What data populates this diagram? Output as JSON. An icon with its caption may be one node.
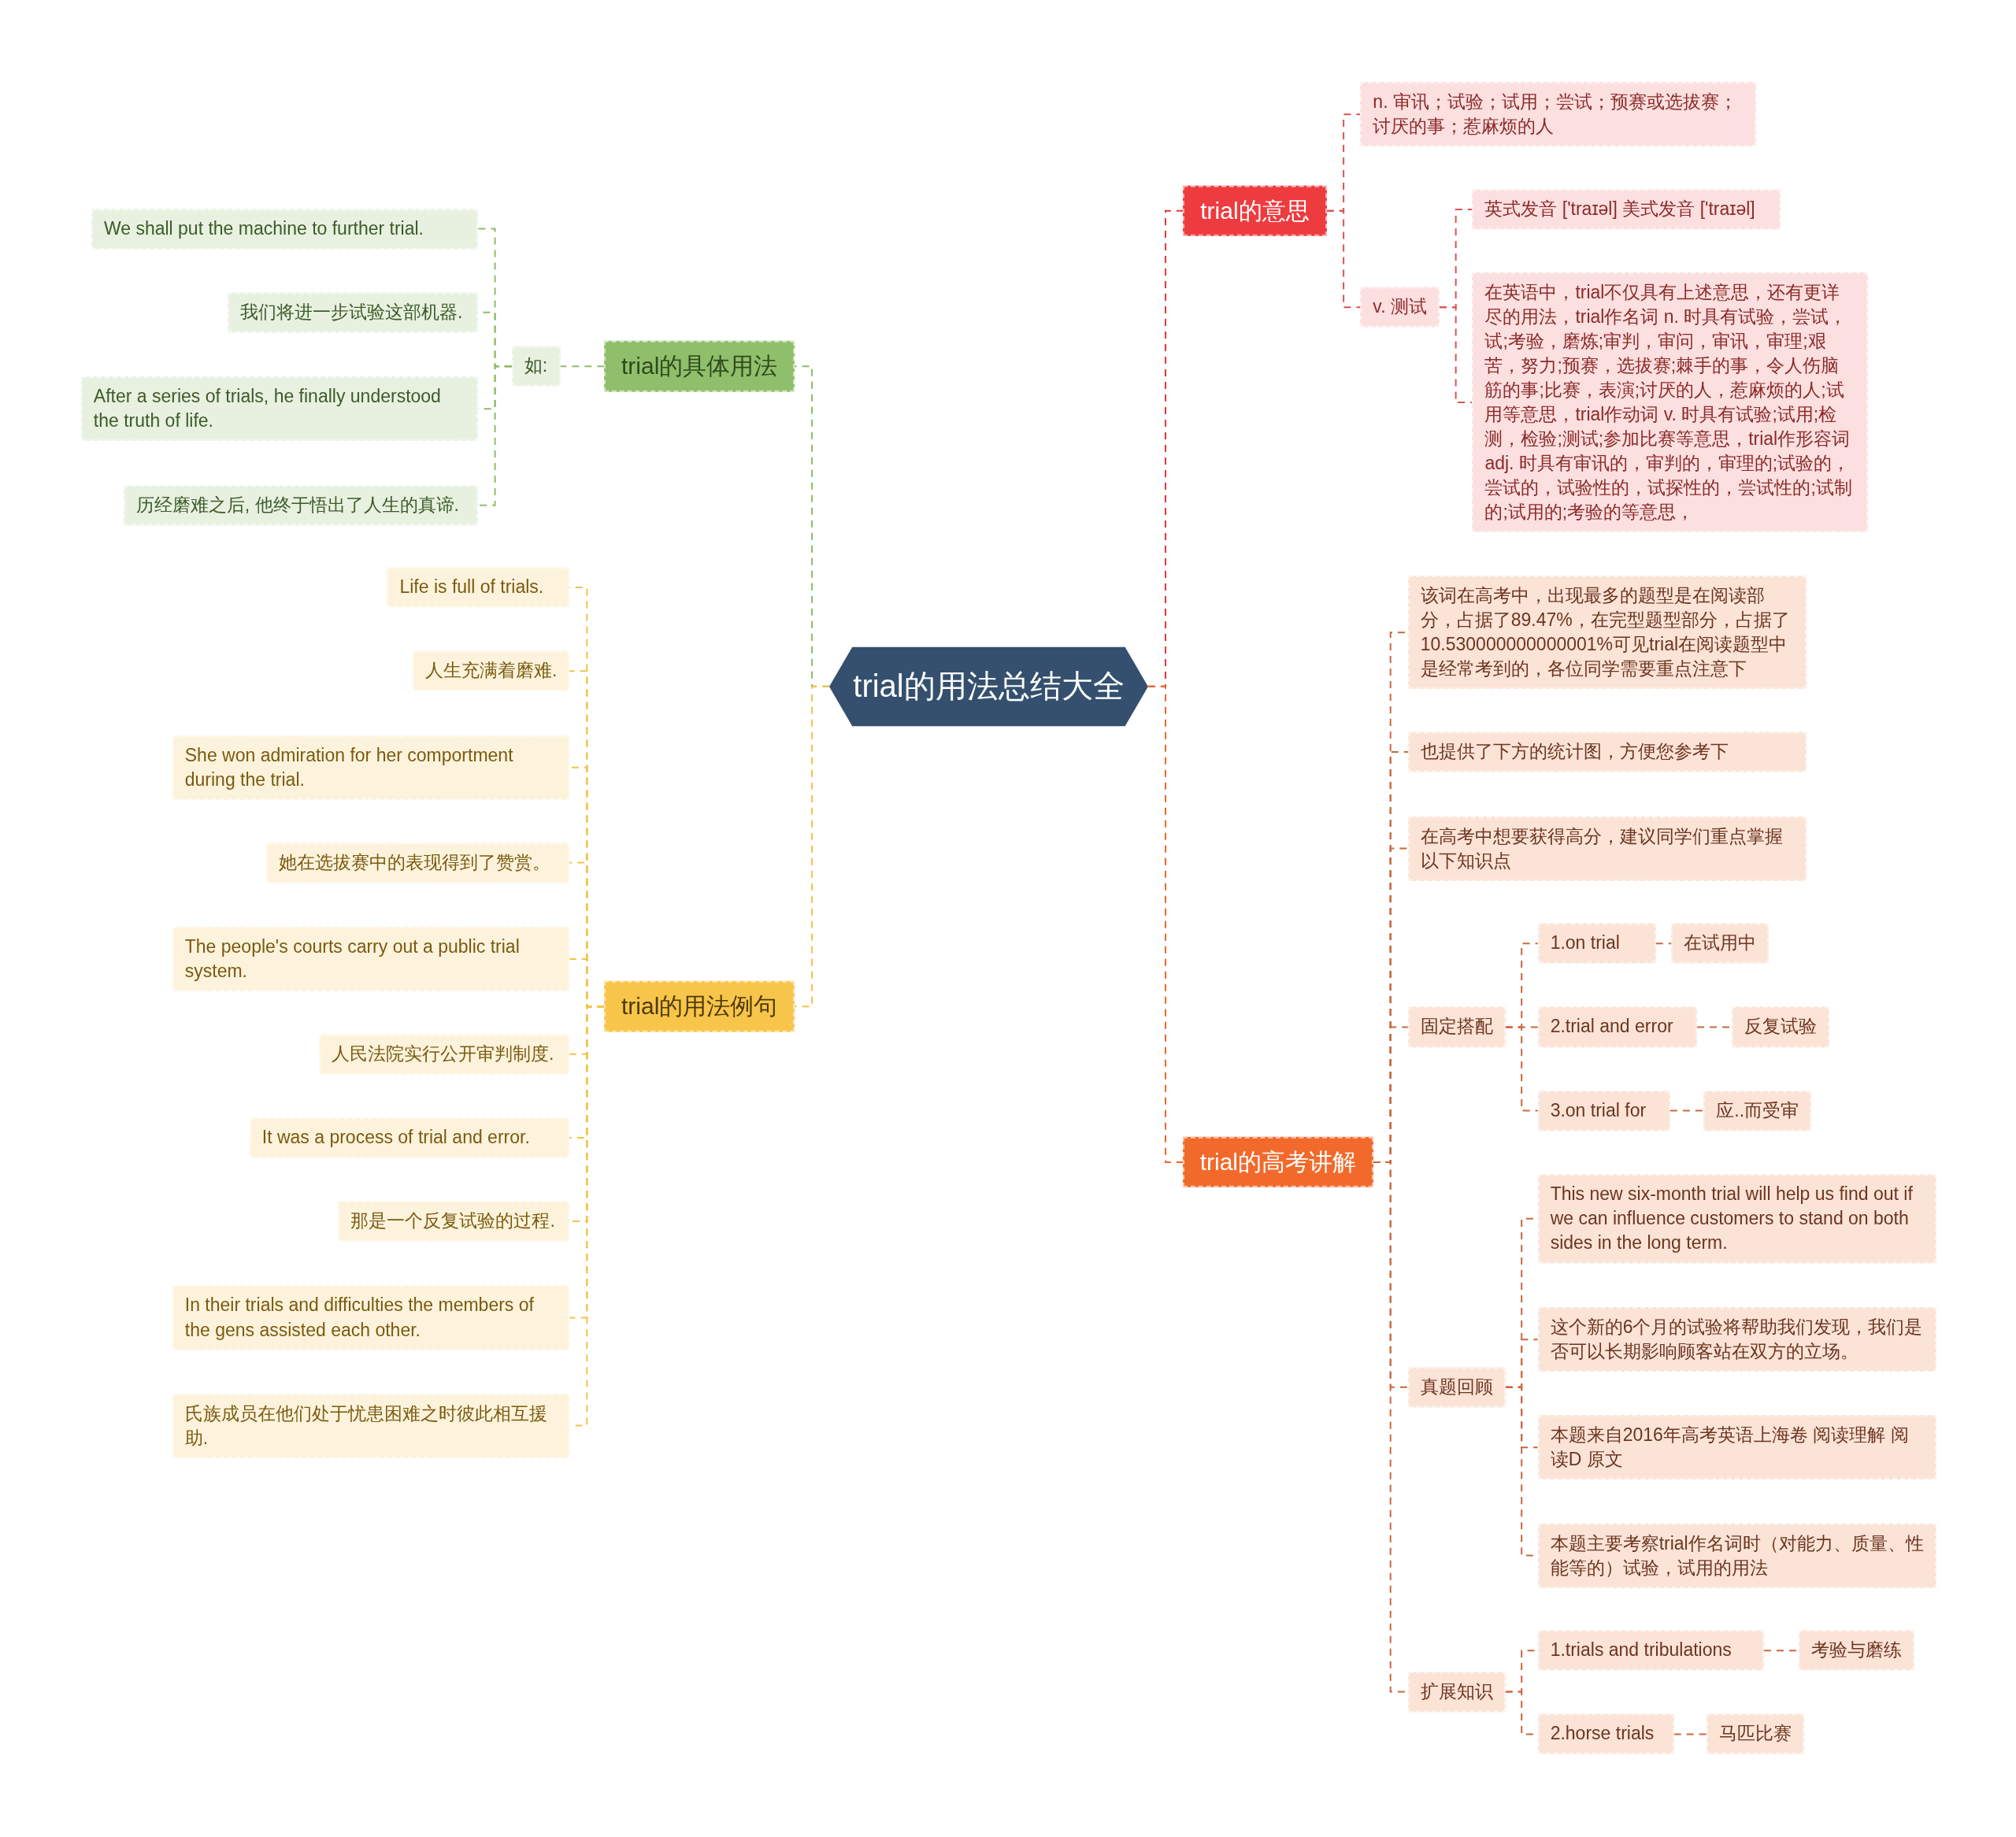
{
  "diagram": {
    "nodes": [
      {
        "text": [
          "trial的用法总结大全"
        ]
      },
      {
        "text": [
          "trial的具体用法"
        ]
      },
      {
        "text": [
          "如:"
        ]
      },
      {
        "text": [
          "We shall put the machine to further trial."
        ]
      },
      {
        "text": [
          "我们将进一步试验这部机器."
        ]
      },
      {
        "text": [
          "After a series of trials, he finally understood the truth of life."
        ]
      },
      {
        "text": [
          "历经磨难之后, 他终于悟出了人生的真谛."
        ]
      },
      {
        "text": [
          "trial的用法例句"
        ]
      },
      {
        "text": [
          "Life is full of trials."
        ]
      },
      {
        "text": [
          "人生充满着磨难."
        ]
      },
      {
        "text": [
          "She won admiration for her comportment during the trial."
        ]
      },
      {
        "text": [
          "她在选拔赛中的表现得到了赞赏。"
        ]
      },
      {
        "text": [
          "The people's courts carry out a public trial system."
        ]
      },
      {
        "text": [
          "人民法院实行公开审判制度."
        ]
      },
      {
        "text": [
          "It was a process of trial and error."
        ]
      },
      {
        "text": [
          "那是一个反复试验的过程."
        ]
      },
      {
        "text": [
          "In their trials and difficulties the members of the gens assisted each other."
        ]
      },
      {
        "text": [
          "氏族成员在他们处于忧患困难之时彼此相互援助."
        ]
      },
      {
        "text": [
          "trial的意思"
        ]
      },
      {
        "text": [
          "n. 审讯；试验；试用；尝试；预赛或选拔赛；讨厌的事；惹麻烦的人"
        ]
      },
      {
        "text": [
          "v. 测试"
        ]
      },
      {
        "text": [
          "英式发音 ['traɪəl] 美式发音 ['traɪəl]"
        ]
      },
      {
        "text": [
          "在英语中，trial不仅具有上述意思，还有更详尽的用法，trial作名词 n. 时具有试验，尝试，试;考验，磨炼;审判，审问，审讯，审理;艰苦，努力;预赛，选拔赛;棘手的事，令人伤脑筋的事;比赛，表演;讨厌的人，惹麻烦的人;试用等意思，trial作动词 v. 时具有试验;试用;检测，检验;测试;参加比赛等意思，trial作形容词 adj. 时具有审讯的，审判的，审理的;试验的，尝试的，试验性的，试探性的，尝试性的;试制的;试用的;考验的等意思，"
        ]
      },
      {
        "text": [
          "trial的高考讲解"
        ]
      },
      {
        "text": [
          "该词在高考中，出现最多的题型是在阅读部分，占据了89.47%，在完型题型部分，占据了10.530000000000001%可见trial在阅读题型中是经常考到的，各位同学需要重点注意下"
        ]
      },
      {
        "text": [
          "也提供了下方的统计图，方便您参考下"
        ]
      },
      {
        "text": [
          "在高考中想要获得高分，建议同学们重点掌握以下知识点"
        ]
      },
      {
        "text": [
          "固定搭配"
        ]
      },
      {
        "text": [
          "1.on trial"
        ]
      },
      {
        "text": [
          "在试用中"
        ]
      },
      {
        "text": [
          "2.trial and error"
        ]
      },
      {
        "text": [
          "反复试验"
        ]
      },
      {
        "text": [
          "3.on trial for"
        ]
      },
      {
        "text": [
          "应..而受审"
        ]
      },
      {
        "text": [
          "真题回顾"
        ]
      },
      {
        "text": [
          "This new six-month trial will help us find out if we can influence customers to stand on both sides in the long term."
        ]
      },
      {
        "text": [
          "这个新的6个月的试验将帮助我们发现，我们是否可以长期影响顾客站在双方的立场。"
        ]
      },
      {
        "text": [
          "本题来自2016年高考英语上海卷 阅读理解 阅读D 原文"
        ]
      },
      {
        "text": [
          "本题主要考察trial作名词时（对能力、质量、性能等的）试验，试用的用法"
        ]
      },
      {
        "text": [
          "扩展知识"
        ]
      },
      {
        "text": [
          "1.trials and tribulations"
        ]
      },
      {
        "text": [
          "考验与磨练"
        ]
      },
      {
        "text": [
          "2.horse trials"
        ]
      },
      {
        "text": [
          "马匹比赛"
        ]
      }
    ],
    "edges": [
      {
        "from": 0,
        "to": 1,
        "arrow": "none",
        "style": "dashed",
        "color": "#8fbc6b"
      },
      {
        "from": 1,
        "to": 2,
        "arrow": "none",
        "style": "dashed",
        "color": "#8fbc6b"
      },
      {
        "from": 2,
        "to": 3,
        "arrow": "none",
        "style": "dashed",
        "color": "#8fbc6b"
      },
      {
        "from": 2,
        "to": 4,
        "arrow": "none",
        "style": "dashed",
        "color": "#8fbc6b"
      },
      {
        "from": 2,
        "to": 5,
        "arrow": "none",
        "style": "dashed",
        "color": "#8fbc6b"
      },
      {
        "from": 2,
        "to": 6,
        "arrow": "none",
        "style": "dashed",
        "color": "#8fbc6b"
      },
      {
        "from": 0,
        "to": 7,
        "arrow": "none",
        "style": "dashed",
        "color": "#f2c34a"
      },
      {
        "from": 7,
        "to": 8,
        "arrow": "none",
        "style": "dashed",
        "color": "#f2c34a"
      },
      {
        "from": 7,
        "to": 9,
        "arrow": "none",
        "style": "dashed",
        "color": "#f2c34a"
      },
      {
        "from": 7,
        "to": 10,
        "arrow": "none",
        "style": "dashed",
        "color": "#f2c34a"
      },
      {
        "from": 7,
        "to": 11,
        "arrow": "none",
        "style": "dashed",
        "color": "#f2c34a"
      },
      {
        "from": 7,
        "to": 12,
        "arrow": "none",
        "style": "dashed",
        "color": "#f2c34a"
      },
      {
        "from": 7,
        "to": 13,
        "arrow": "none",
        "style": "dashed",
        "color": "#f2c34a"
      },
      {
        "from": 7,
        "to": 14,
        "arrow": "none",
        "style": "dashed",
        "color": "#f2c34a"
      },
      {
        "from": 7,
        "to": 15,
        "arrow": "none",
        "style": "dashed",
        "color": "#f2c34a"
      },
      {
        "from": 7,
        "to": 16,
        "arrow": "none",
        "style": "dashed",
        "color": "#f2c34a"
      },
      {
        "from": 7,
        "to": 17,
        "arrow": "none",
        "style": "dashed",
        "color": "#f2c34a"
      },
      {
        "from": 0,
        "to": 18,
        "arrow": "none",
        "style": "dashed",
        "color": "#e2373b"
      },
      {
        "from": 18,
        "to": 19,
        "arrow": "none",
        "style": "dashed",
        "color": "#d9534f"
      },
      {
        "from": 18,
        "to": 20,
        "arrow": "none",
        "style": "dashed",
        "color": "#d9534f"
      },
      {
        "from": 20,
        "to": 21,
        "arrow": "none",
        "style": "dashed",
        "color": "#d9534f"
      },
      {
        "from": 20,
        "to": 22,
        "arrow": "none",
        "style": "dashed",
        "color": "#d9534f"
      },
      {
        "from": 0,
        "to": 23,
        "arrow": "none",
        "style": "dashed",
        "color": "#e8692b"
      },
      {
        "from": 23,
        "to": 24,
        "arrow": "none",
        "style": "dashed",
        "color": "#c8683f"
      },
      {
        "from": 23,
        "to": 25,
        "arrow": "none",
        "style": "dashed",
        "color": "#c8683f"
      },
      {
        "from": 23,
        "to": 26,
        "arrow": "none",
        "style": "dashed",
        "color": "#c8683f"
      },
      {
        "from": 23,
        "to": 27,
        "arrow": "none",
        "style": "dashed",
        "color": "#c8683f"
      },
      {
        "from": 23,
        "to": 34,
        "arrow": "none",
        "style": "dashed",
        "color": "#c8683f"
      },
      {
        "from": 23,
        "to": 39,
        "arrow": "none",
        "style": "dashed",
        "color": "#c8683f"
      },
      {
        "from": 27,
        "to": 28,
        "arrow": "none",
        "style": "dashed",
        "color": "#c8683f"
      },
      {
        "from": 27,
        "to": 30,
        "arrow": "none",
        "style": "dashed",
        "color": "#c8683f"
      },
      {
        "from": 27,
        "to": 32,
        "arrow": "none",
        "style": "dashed",
        "color": "#c8683f"
      },
      {
        "from": 28,
        "to": 29,
        "arrow": "none",
        "style": "dashed",
        "color": "#c8683f"
      },
      {
        "from": 30,
        "to": 31,
        "arrow": "none",
        "style": "dashed",
        "color": "#c8683f"
      },
      {
        "from": 32,
        "to": 33,
        "arrow": "none",
        "style": "dashed",
        "color": "#c8683f"
      },
      {
        "from": 34,
        "to": 35,
        "arrow": "none",
        "style": "dashed",
        "color": "#c8683f"
      },
      {
        "from": 34,
        "to": 36,
        "arrow": "none",
        "style": "dashed",
        "color": "#c8683f"
      },
      {
        "from": 34,
        "to": 37,
        "arrow": "none",
        "style": "dashed",
        "color": "#c8683f"
      },
      {
        "from": 34,
        "to": 38,
        "arrow": "none",
        "style": "dashed",
        "color": "#c8683f"
      },
      {
        "from": 39,
        "to": 40,
        "arrow": "none",
        "style": "dashed",
        "color": "#c8683f"
      },
      {
        "from": 39,
        "to": 42,
        "arrow": "none",
        "style": "dashed",
        "color": "#c8683f"
      },
      {
        "from": 40,
        "to": 41,
        "arrow": "none",
        "style": "dashed",
        "color": "#c8683f"
      },
      {
        "from": 42,
        "to": 43,
        "arrow": "none",
        "style": "dashed",
        "color": "#c8683f"
      }
    ]
  }
}
